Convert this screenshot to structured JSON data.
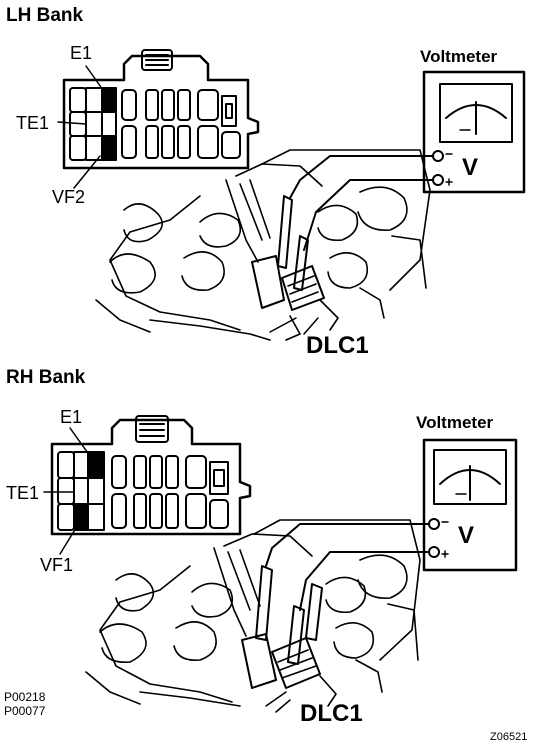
{
  "sections": [
    {
      "bank_title": "LH Bank",
      "pin_top": "E1",
      "pin_mid": "TE1",
      "pin_bottom": "VF2",
      "meter_label": "Voltmeter",
      "meter_unit": "V",
      "connector": "DLC1"
    },
    {
      "bank_title": "RH Bank",
      "pin_top": "E1",
      "pin_mid": "TE1",
      "pin_bottom": "VF1",
      "meter_label": "Voltmeter",
      "meter_unit": "V",
      "connector": "DLC1"
    }
  ],
  "ref_codes": [
    "P00218",
    "P00077"
  ],
  "figure_id": "Z06521"
}
